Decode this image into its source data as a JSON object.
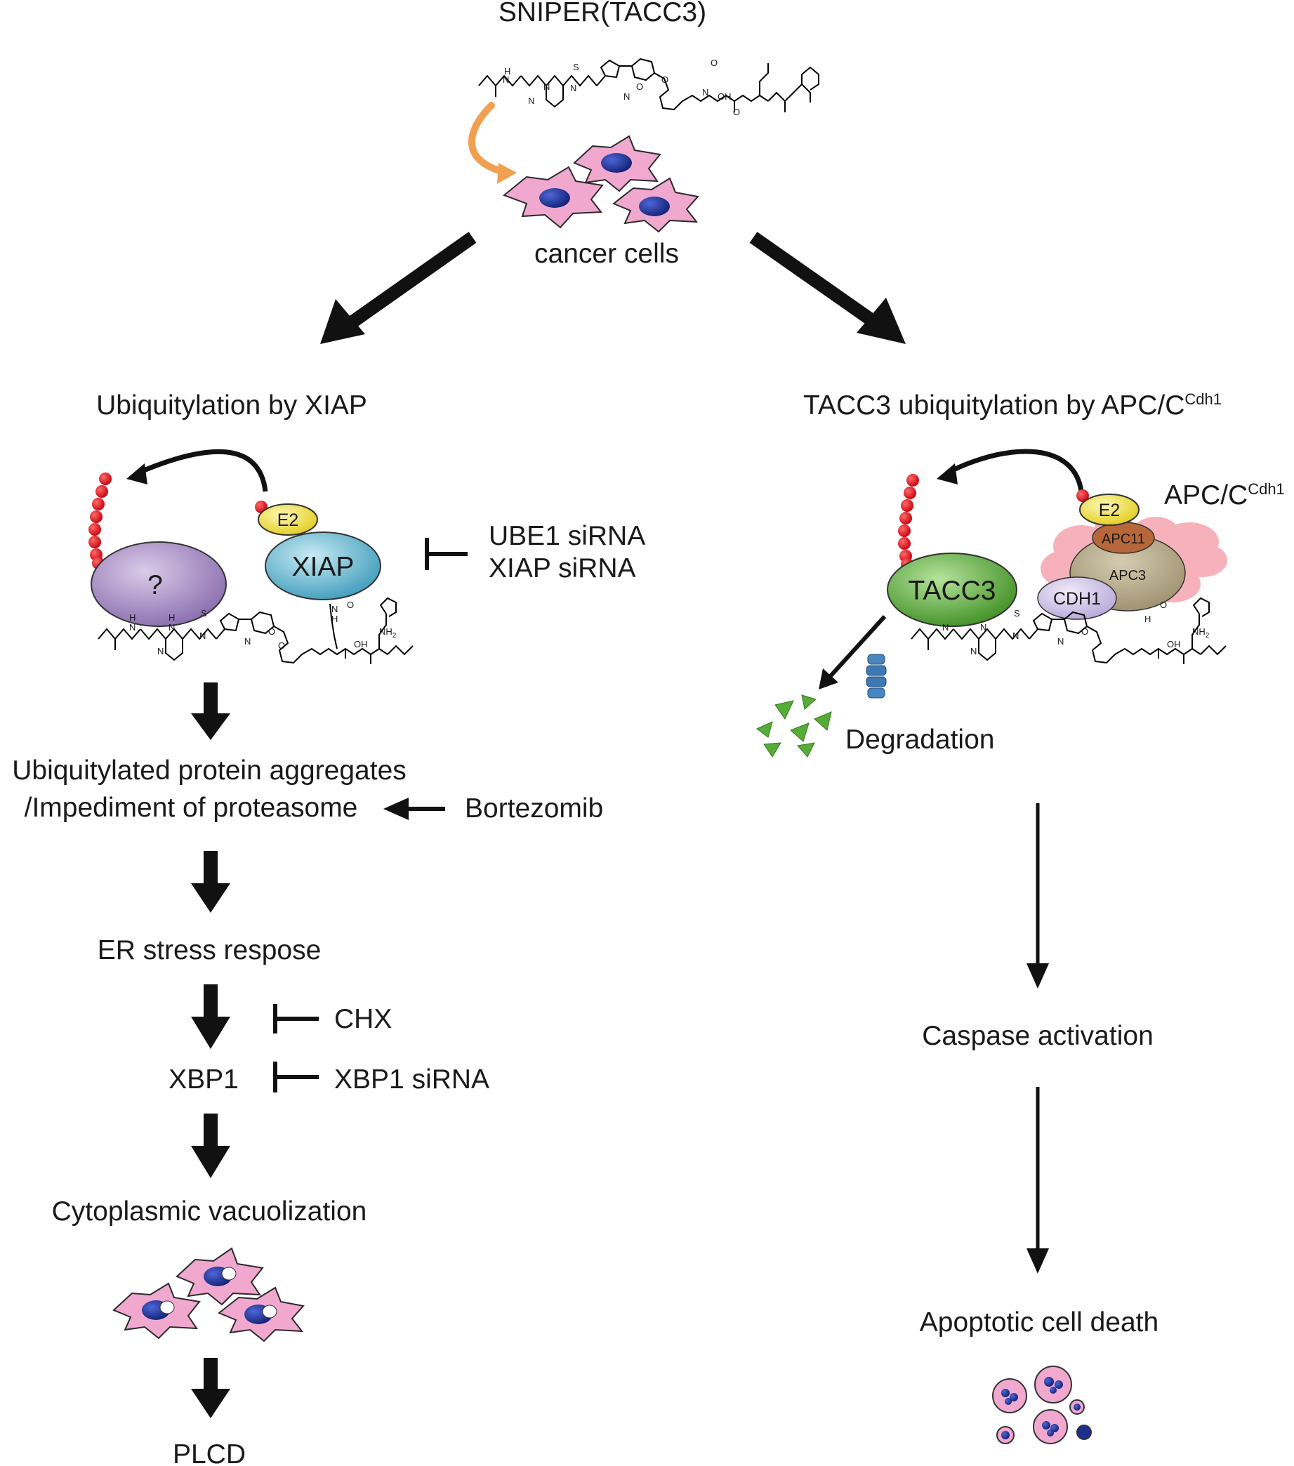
{
  "title": "SNIPER(TACC3)",
  "cells_label": "cancer cells",
  "left": {
    "heading": "Ubiquitylation by XIAP",
    "unknown_protein": "?",
    "e2": "E2",
    "xiap": "XIAP",
    "inhibitors": [
      "UBE1 siRNA",
      "XIAP siRNA"
    ],
    "step1": [
      "Ubiquitylated protein aggregates",
      "/Impediment of proteasome"
    ],
    "bortezomib": "Bortezomib",
    "step2": "ER stress respose",
    "chx": "CHX",
    "xbp1": "XBP1",
    "xbp1_inhibitor": "XBP1 siRNA",
    "step3": "Cytoplasmic vacuolization",
    "outcome": "PLCD"
  },
  "right": {
    "heading_main": "TACC3 ubiquitylation by APC/C",
    "heading_sup": "Cdh1",
    "complex_main": "APC/C",
    "complex_sup": "Cdh1",
    "e2": "E2",
    "apc11": "APC11",
    "apc3": "APC3",
    "cdh1": "CDH1",
    "tacc3": "TACC3",
    "degradation": "Degradation",
    "step1": "Caspase activation",
    "outcome": "Apoptotic cell death"
  },
  "chem_labels": {
    "n": "N",
    "h": "H",
    "s": "S",
    "o": "O",
    "oh": "OH",
    "nh2": "NH2"
  },
  "colors": {
    "ubiquitin": "#e0101c",
    "e2": "#f2e43a",
    "xiap": "#62b7cf",
    "unknown": "#a287c0",
    "tacc3": "#55ad38",
    "apc_body": "#b5a98a",
    "apc_blob": "#f7b1bb",
    "apc11": "#b8673a",
    "cdh1": "#d5cbe8",
    "cell": "#f0a8cf",
    "nucleus": "#1b2f8c",
    "orange_arrow": "#f0a050",
    "fragment": "#55ad38",
    "proteasome": "#4a86c0"
  }
}
